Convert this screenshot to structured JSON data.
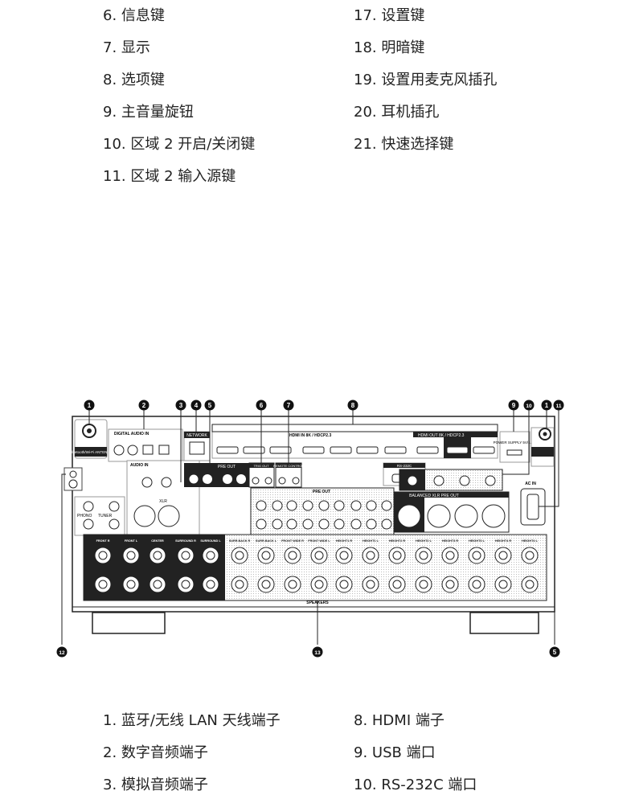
{
  "top_list": {
    "left": [
      "6. 信息键",
      "7. 显示",
      "8. 选项键",
      "9. 主音量旋钮",
      "10. 区域 2 开启/关闭键",
      "11. 区域 2 输入源键"
    ],
    "right": [
      "17. 设置键",
      "18. 明暗键",
      "19. 设置用麦克风插孔",
      "20. 耳机插孔",
      "21. 快速选择键"
    ]
  },
  "bottom_list": {
    "left": [
      "1. 蓝牙/无线 LAN 天线端子",
      "2. 数字音频端子",
      "3. 模拟音频端子"
    ],
    "right": [
      "8. HDMI 端子",
      "9. USB 端口",
      "10. RS-232C 端口"
    ]
  },
  "diagram": {
    "callouts": [
      "1",
      "2",
      "3",
      "4",
      "5",
      "6",
      "7",
      "8",
      "9",
      "10",
      "1",
      "11",
      "12",
      "13",
      "5"
    ],
    "labels": {
      "antenna": "Bluetooth/Wi-Fi ANTENNA",
      "digital_audio": "DIGITAL AUDIO IN",
      "network": "NETWORK",
      "hdmi": "HDMI IN 8K / HDCP2.3",
      "hdmi_out": "HDMI OUT 8K / HDCP2.3",
      "power_supply": "POWER SUPPLY 5V/1.5A",
      "audio_in": "AUDIO IN",
      "pre_out_zone": "PRE OUT",
      "trigger": "TRIG OUT",
      "remote": "REMOTE CONTROL",
      "rs232c": "RS-232C",
      "pre_out": "PRE OUT",
      "balanced": "BALANCED XLR PRE OUT",
      "ac_in": "AC IN",
      "phono": "PHONO",
      "tuner": "TUNER",
      "xlr": "XLR",
      "speakers": "SPEAKERS",
      "speaker_channels": [
        "FRONT R",
        "FRONT L",
        "CENTER",
        "SURROUND R",
        "SURROUND L",
        "SURR.BACK R",
        "SURR.BACK L",
        "FRONT WIDE R",
        "FRONT WIDE L",
        "HEIGHT1 R",
        "HEIGHT1 L",
        "HEIGHT2 R",
        "HEIGHT2 L",
        "HEIGHT3 R",
        "HEIGHT3 L",
        "HEIGHT4 R",
        "HEIGHT4 L"
      ]
    }
  }
}
